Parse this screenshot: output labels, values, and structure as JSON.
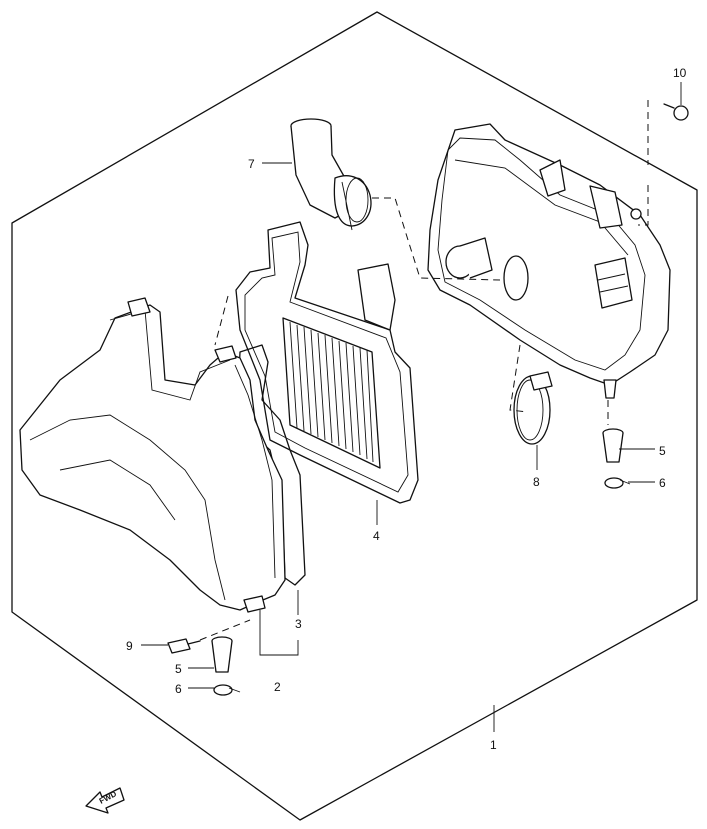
{
  "callouts": [
    {
      "id": "1",
      "label": "1"
    },
    {
      "id": "2",
      "label": "2"
    },
    {
      "id": "3",
      "label": "3"
    },
    {
      "id": "4",
      "label": "4"
    },
    {
      "id": "5a",
      "label": "5"
    },
    {
      "id": "5b",
      "label": "5"
    },
    {
      "id": "6a",
      "label": "6"
    },
    {
      "id": "6b",
      "label": "6"
    },
    {
      "id": "7",
      "label": "7"
    },
    {
      "id": "8",
      "label": "8"
    },
    {
      "id": "9",
      "label": "9"
    },
    {
      "id": "10",
      "label": "10"
    }
  ],
  "direction_marker": {
    "label": "FWD"
  }
}
